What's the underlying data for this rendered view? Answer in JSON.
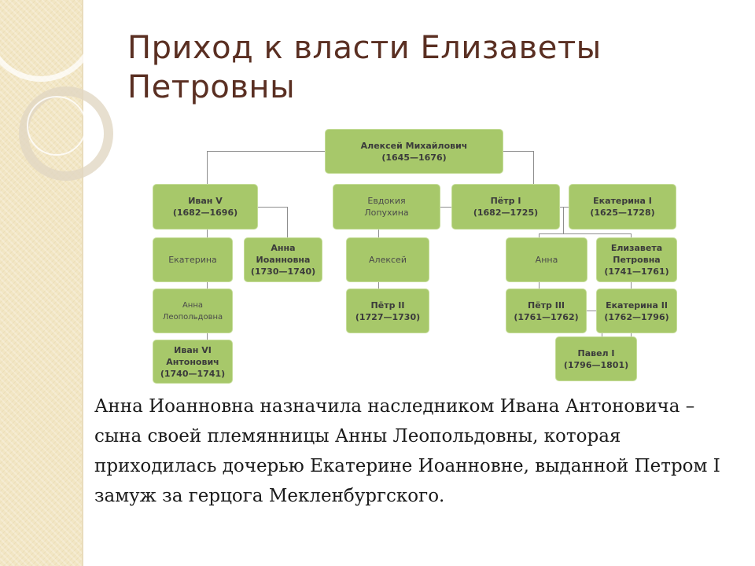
{
  "slide": {
    "title_lines": [
      "Приход к власти Елизаветы",
      "Петровны"
    ],
    "body": "Анна Иоанновна назначила наследником Ивана Антоновича – сына своей племянницы Анны Леопольдовны, которая приходилась дочерью Екатерине Иоанновне, выданной Петром I замуж за герцога Мекленбургского."
  },
  "colors": {
    "node_fill": "#a7c86a",
    "connector": "#8e8e8e",
    "title": "#5a2f22",
    "side_strip": "#f2e6c4"
  },
  "tree": {
    "aleksey_m": {
      "name": "Алексей Михайлович",
      "dates": "(1645—1676)"
    },
    "ivan_v": {
      "name": "Иван V",
      "dates": "(1682—1696)"
    },
    "evdokiya": {
      "name": "Евдокия Лопухина"
    },
    "petr_i": {
      "name": "Пётр I",
      "dates": "(1682—1725)"
    },
    "ekaterina_i": {
      "name": "Екатерина I",
      "dates": "(1625—1728)"
    },
    "ekaterina_ivanovna": {
      "name": "Екатерина"
    },
    "anna_ioannovna": {
      "name": "Анна Иоанновна",
      "dates": "(1730—1740)"
    },
    "aleksey_petrovich": {
      "name": "Алексей"
    },
    "anna_petrovna": {
      "name": "Анна"
    },
    "elizaveta": {
      "name": "Елизавета Петровна",
      "dates": "(1741—1761)"
    },
    "anna_leopoldovna": {
      "name": "Анна Леопольдовна"
    },
    "petr_ii": {
      "name": "Пётр II",
      "dates": "(1727—1730)"
    },
    "petr_iii": {
      "name": "Пётр III",
      "dates": "(1761—1762)"
    },
    "ekaterina_ii": {
      "name": "Екатерина II",
      "dates": "(1762—1796)"
    },
    "ivan_vi": {
      "name": "Иван VI Антонович",
      "dates": "(1740—1741)"
    },
    "pavel_i": {
      "name": "Павел I",
      "dates": "(1796—1801)"
    }
  }
}
